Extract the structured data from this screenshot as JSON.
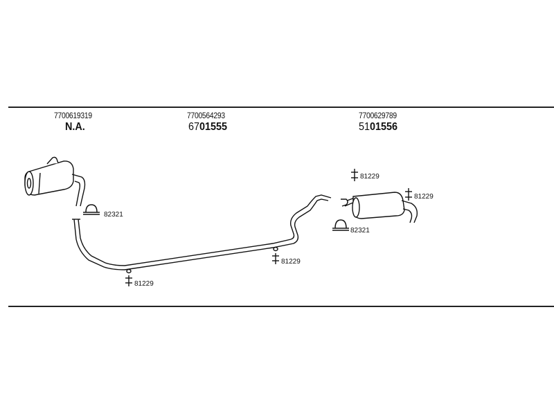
{
  "columns": [
    {
      "part_number": "7700619319",
      "code": "N.A.",
      "code_prefix": "",
      "code_main": ""
    },
    {
      "part_number": "7700564293",
      "code": "",
      "code_prefix": "67",
      "code_main": "01555"
    },
    {
      "part_number": "7700629789",
      "code": "",
      "code_prefix": "51",
      "code_main": "01556"
    }
  ],
  "callouts": {
    "clamp_left": "82321",
    "clamp_right": "82321",
    "hanger_left_low": "81229",
    "hanger_mid": "81229",
    "hanger_right_top": "81229",
    "hanger_right_end": "81229"
  }
}
